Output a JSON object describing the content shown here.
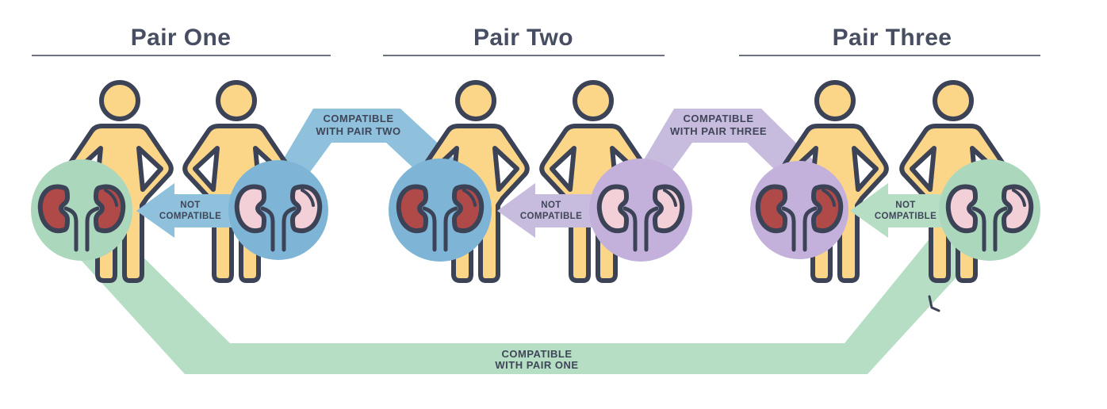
{
  "diagram": {
    "pairs": [
      {
        "label": "Pair One"
      },
      {
        "label": "Pair Two"
      },
      {
        "label": "Pair Three"
      }
    ],
    "labels": {
      "not_compatible": {
        "line1": "NOT",
        "line2": "COMPATIBLE"
      },
      "compatible_pair_two": {
        "line1": "COMPATIBLE",
        "line2": "WITH PAIR TWO"
      },
      "compatible_pair_three": {
        "line1": "COMPATIBLE",
        "line2": "WITH PAIR THREE"
      },
      "compatible_pair_one": {
        "line1": "COMPATIBLE",
        "line2": "WITH PAIR ONE"
      }
    },
    "icons": {
      "person": "person-figure-icon",
      "kidneys": "kidney-pair-icon"
    },
    "colors": {
      "outline": "#3C4356",
      "heading_text": "#474E61",
      "label_text": "#3F4658",
      "person_fill": "#FBD689",
      "blue_circle": "#7EB5D6",
      "blue_arrow": "#8FC0DC",
      "purple_circle": "#C3B1DB",
      "purple_arrow": "#C8BCDE",
      "green_circle": "#ABD7BD",
      "green_arrow": "#B6DEC5",
      "kidney_red": "#AF4A49",
      "kidney_pink": "#F3CFD7"
    }
  }
}
